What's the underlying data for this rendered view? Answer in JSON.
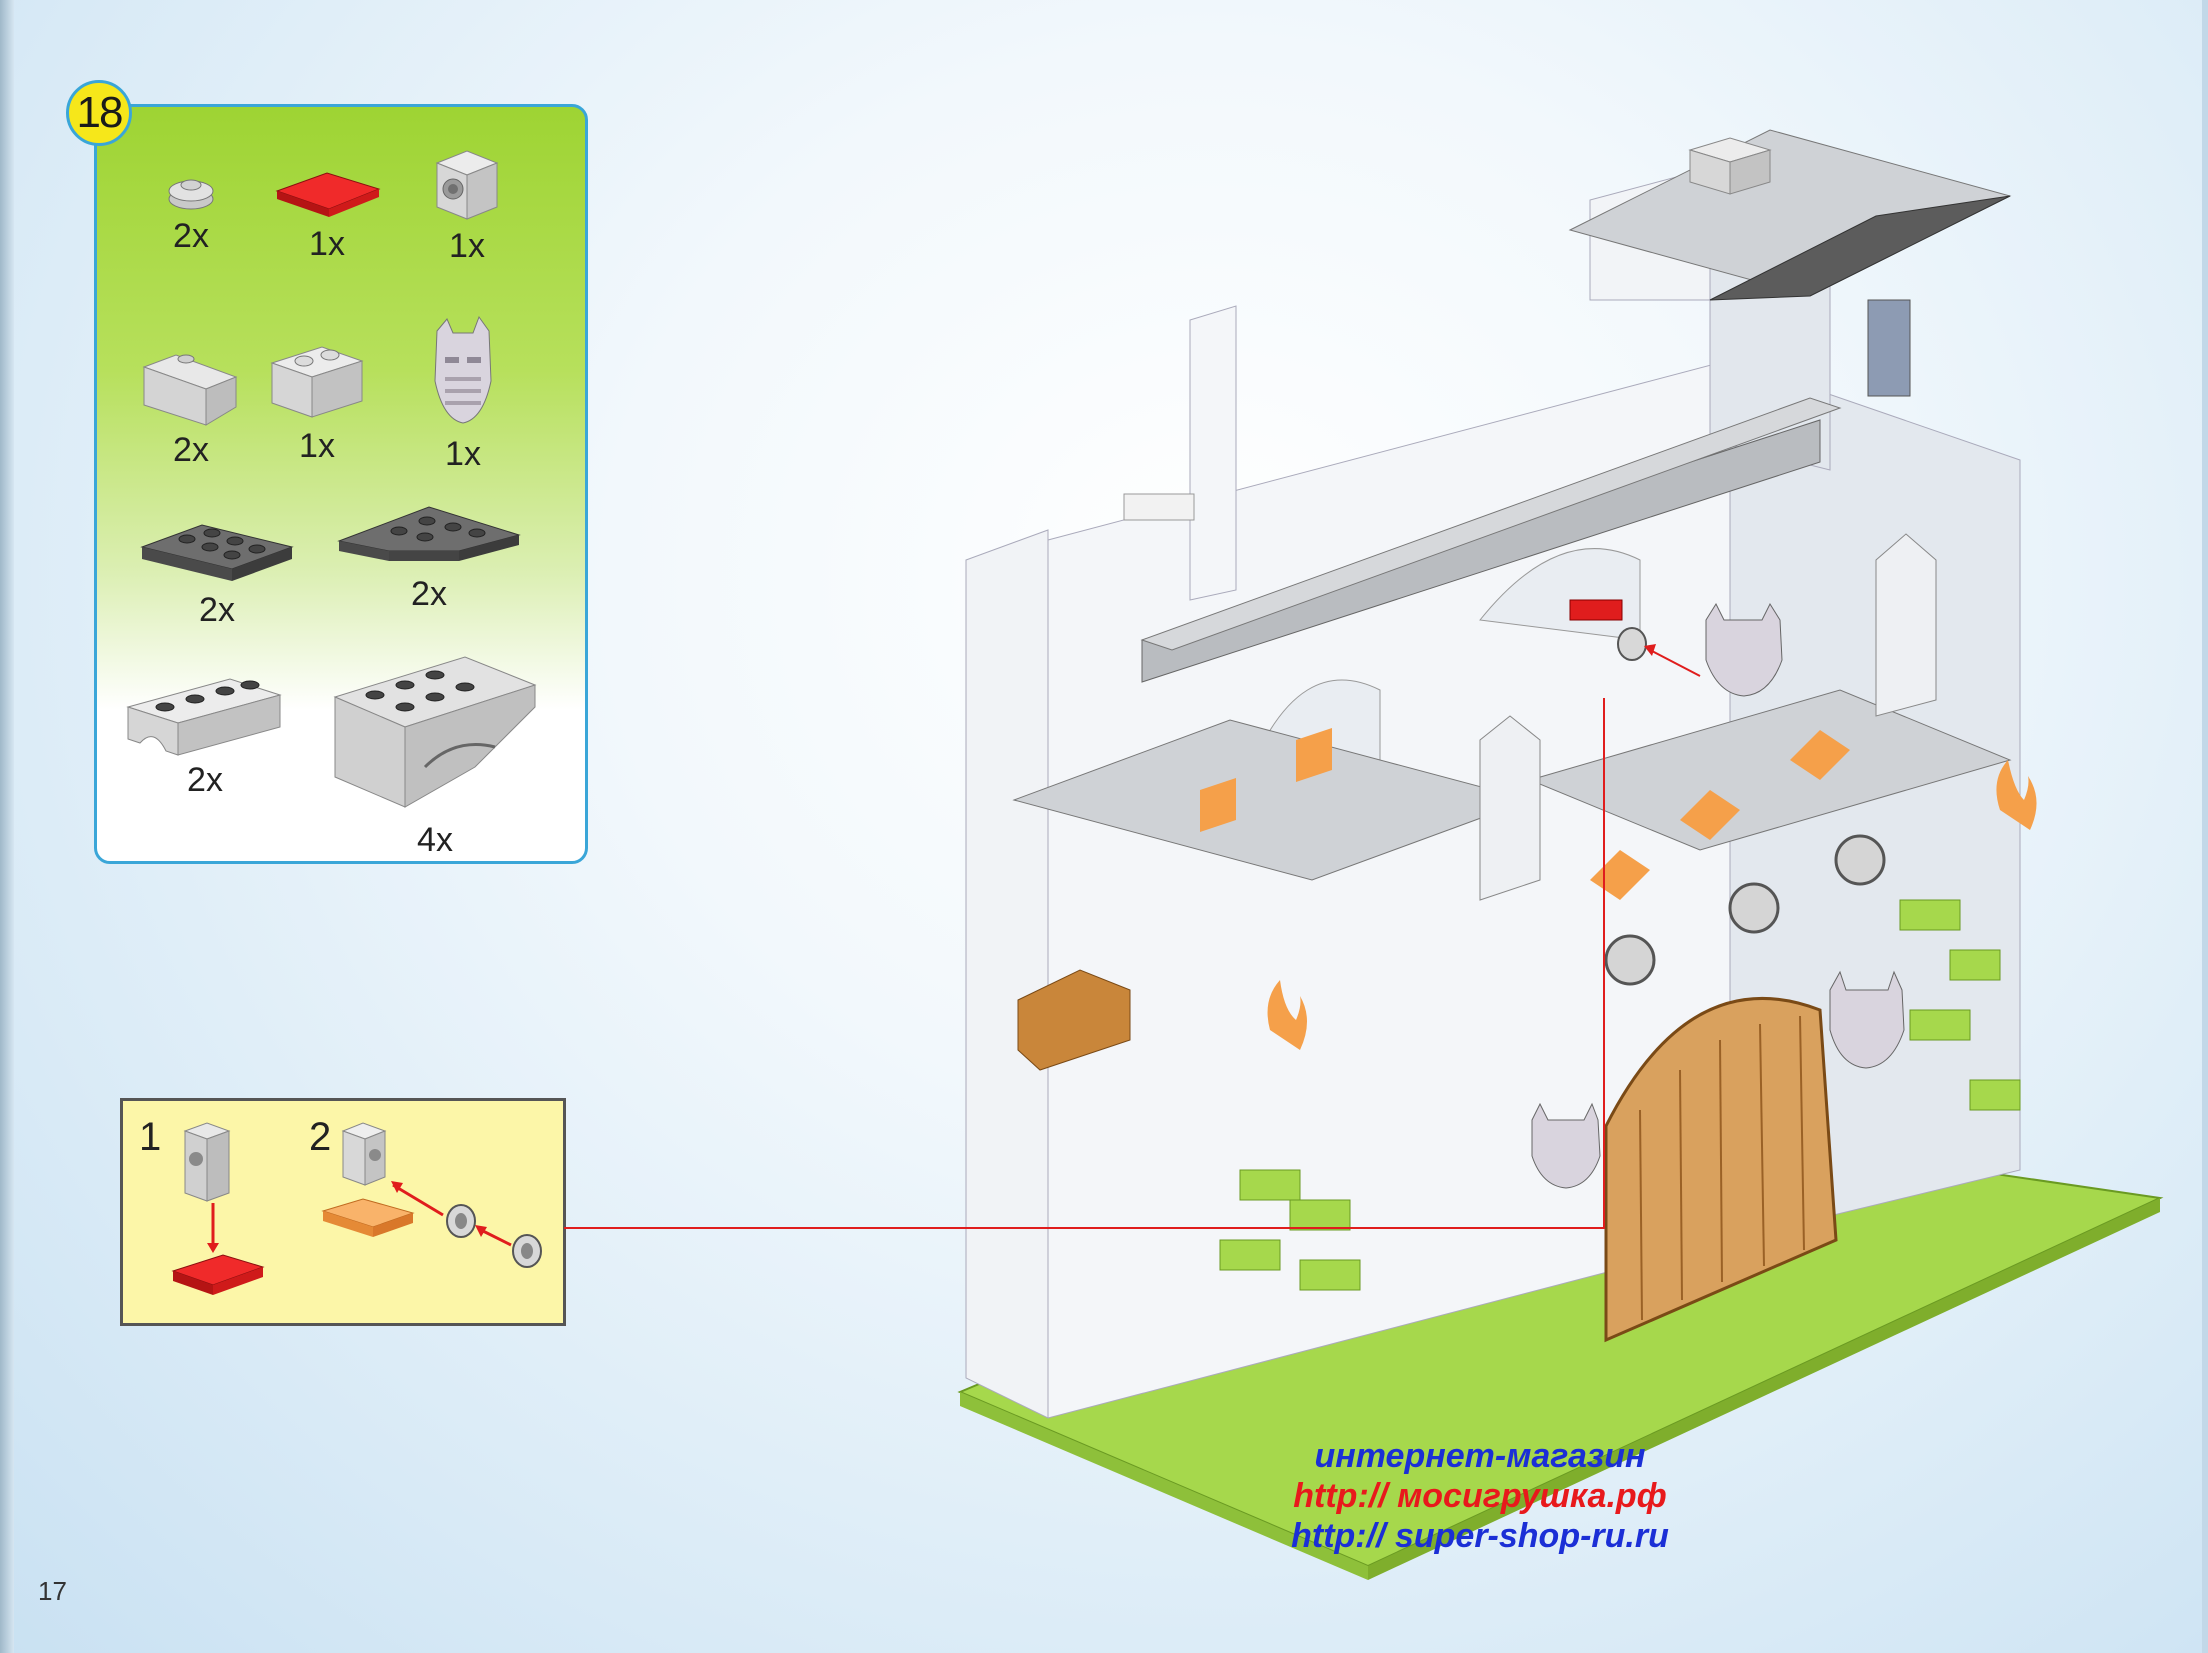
{
  "step": {
    "number": "18"
  },
  "parts": [
    {
      "name": "round-plate",
      "qty": "2x"
    },
    {
      "name": "red-plate",
      "qty": "1x"
    },
    {
      "name": "technic-brick",
      "qty": "1x"
    },
    {
      "name": "slope-brick",
      "qty": "2x"
    },
    {
      "name": "brick-1x2",
      "qty": "1x"
    },
    {
      "name": "mask",
      "qty": "1x"
    },
    {
      "name": "dark-plate",
      "qty": "2x"
    },
    {
      "name": "wedge-plate",
      "qty": "2x"
    },
    {
      "name": "arch-brick",
      "qty": "2x"
    },
    {
      "name": "decor-wedge",
      "qty": "4x"
    }
  ],
  "subassembly": {
    "step1": "1",
    "step2": "2"
  },
  "watermark": {
    "line1": "интернет-магазин",
    "line2": "http:// мосигрушка.рф",
    "line3": "http:// super-shop-ru.ru"
  },
  "page_number": "17",
  "colors": {
    "panel_border": "#3aa6d8",
    "badge": "#f6e71a",
    "red_part": "#e01d1d",
    "dark_part": "#5c5c5c",
    "light_part": "#d9d9d9",
    "orange": "#f5a04a",
    "green": "#a3d44a"
  }
}
